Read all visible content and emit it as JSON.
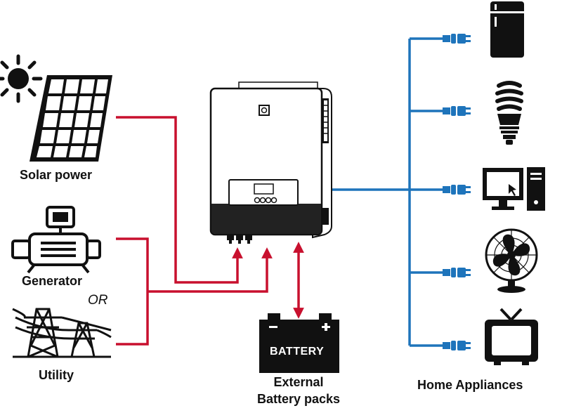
{
  "labels": {
    "solar": "Solar power",
    "generator": "Generator",
    "or": "OR",
    "utility": "Utility",
    "battery_text": "BATTERY",
    "battery_line1": "External",
    "battery_line2": "Battery packs",
    "appliances": "Home Appliances"
  },
  "colors": {
    "dc_line": "#c8102e",
    "ac_line": "#1e74bb",
    "ink": "#111111"
  },
  "icons": [
    "sun-icon",
    "solar-panel-icon",
    "generator-icon",
    "transmission-tower-icon",
    "inverter-icon",
    "battery-icon",
    "refrigerator-icon",
    "cfl-bulb-icon",
    "computer-icon",
    "fan-icon",
    "tv-icon",
    "plug-icon"
  ]
}
